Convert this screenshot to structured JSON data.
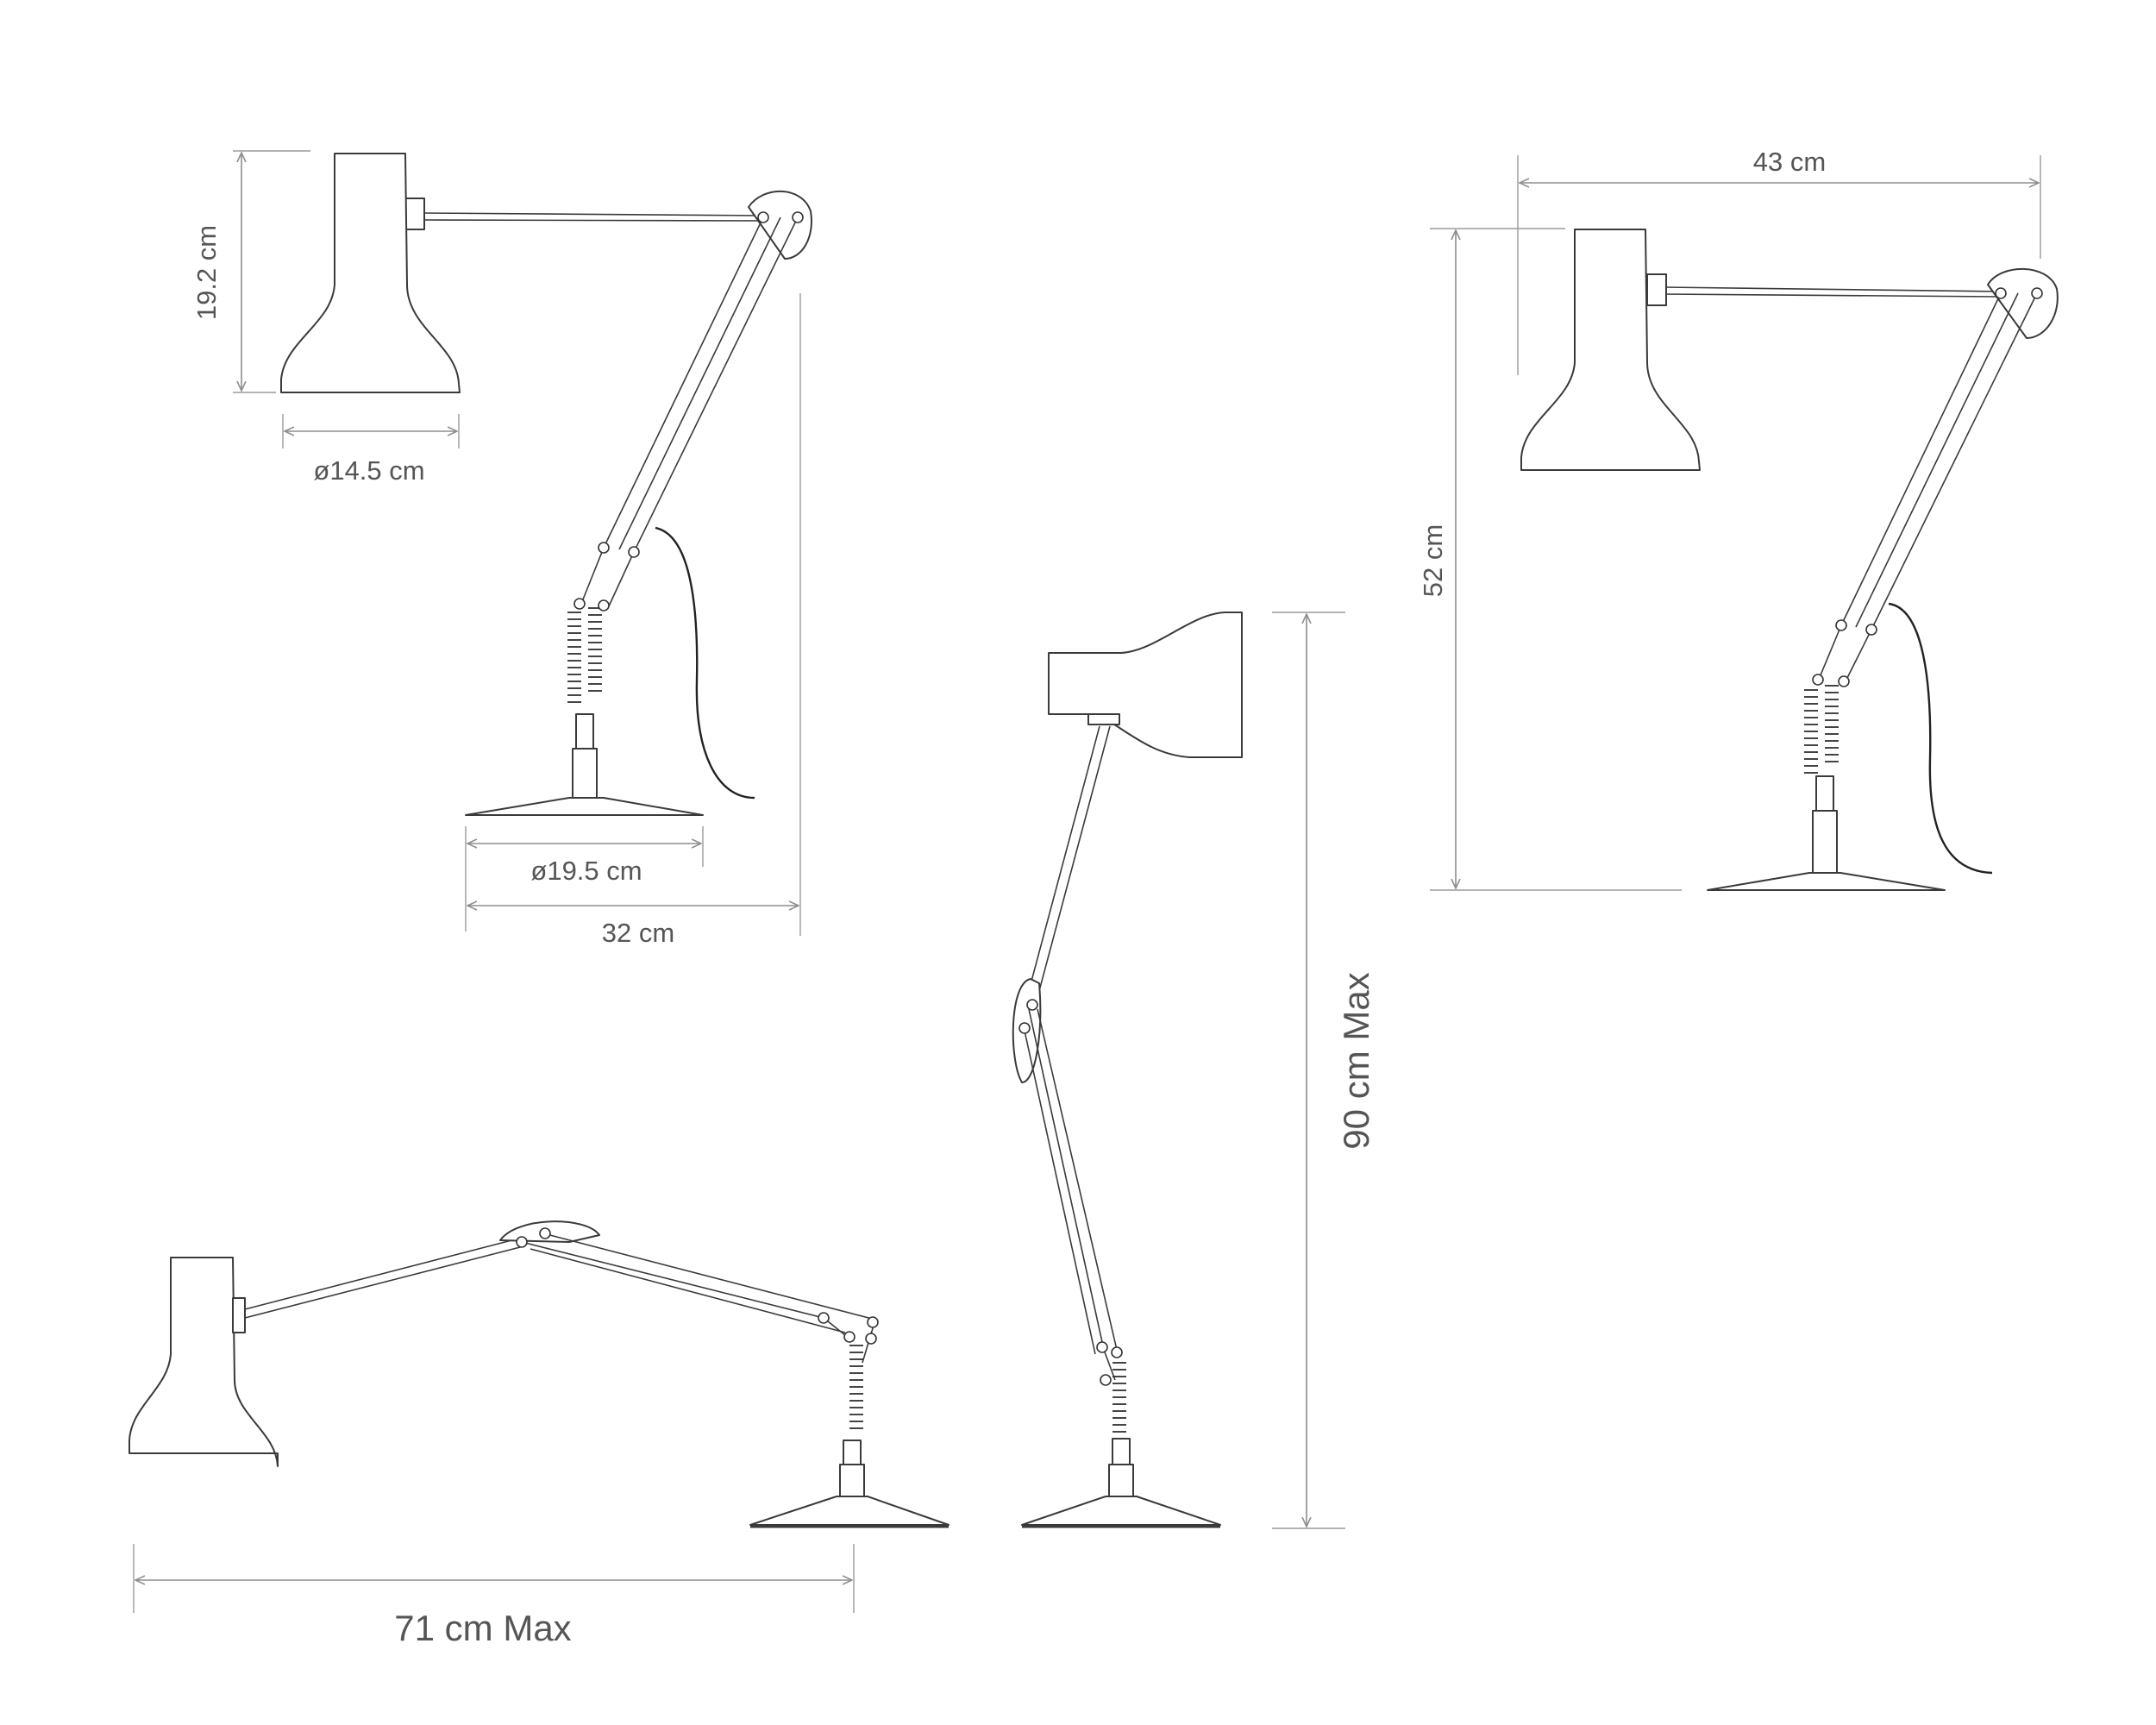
{
  "dimensions": {
    "shade_height": "19.2 cm",
    "shade_diameter": "ø14.5 cm",
    "base_diameter": "ø19.5 cm",
    "depth": "32 cm",
    "width": "43 cm",
    "height": "52 cm",
    "max_height": "90 cm Max",
    "max_reach": "71 cm Max"
  },
  "colors": {
    "line": "#3a3a3a",
    "dimension": "#8e8e8e",
    "text": "#555555",
    "cord": "#222222"
  }
}
